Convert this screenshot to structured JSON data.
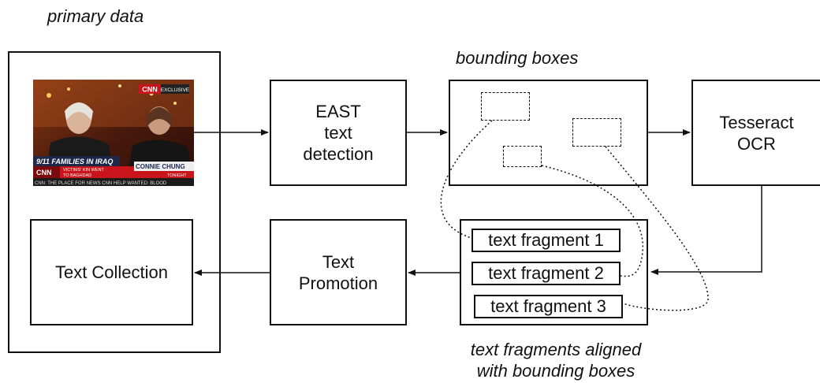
{
  "labels": {
    "primary_data": "primary data",
    "bounding_boxes": "bounding boxes",
    "aligned_line1": "text fragments aligned",
    "aligned_line2": "with bounding boxes"
  },
  "nodes": {
    "east": [
      "EAST",
      "text",
      "detection"
    ],
    "tesseract": [
      "Tesseract",
      "OCR"
    ],
    "text_promotion": [
      "Text",
      "Promotion"
    ],
    "text_collection": "Text Collection"
  },
  "fragments": [
    "text fragment 1",
    "text fragment 2",
    "text fragment 3"
  ],
  "thumbnail": {
    "logo": "CNN",
    "badge": "EXCLUSIVE",
    "headline": "9/11 FAMILIES IN IRAQ",
    "caption_line1": "VICTIMS' KIN WENT",
    "caption_line2": "TO BAGHDAD",
    "show_name": "CONNIE CHUNG",
    "show_time": "TONIGHT",
    "ticker": "CNN: THE PLACE FOR NEWS  CNN  HELP WANTED: BLOOD",
    "colors": {
      "studio": "#6b2a12",
      "banner": "#c8141a",
      "ticker": "#1b1b1b"
    }
  }
}
